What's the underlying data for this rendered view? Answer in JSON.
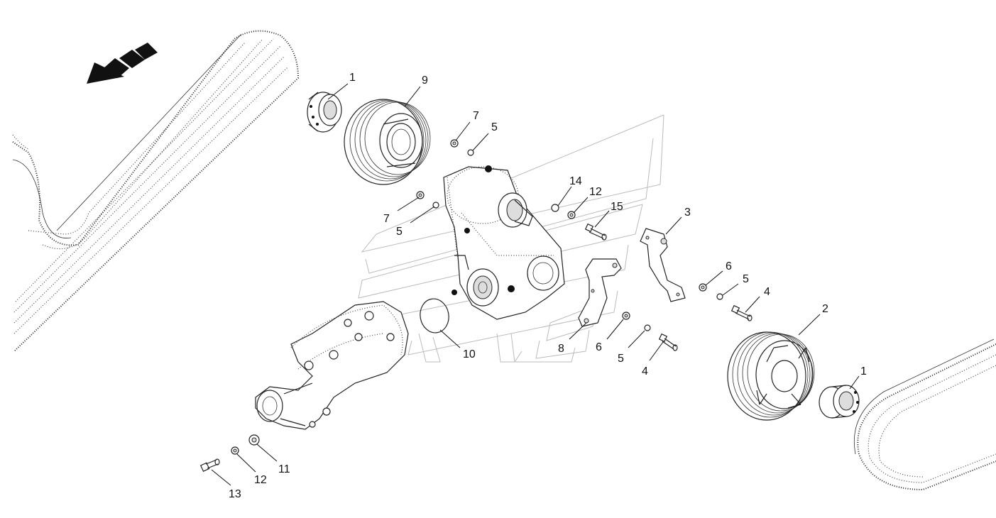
{
  "diagram": {
    "type": "exploded-parts-diagram",
    "direction_icon": "triple-chevron-arrow-icon",
    "colors": {
      "ink": "#111111",
      "ghost": "#bbbbbb",
      "background": "#ffffff"
    },
    "callouts": [
      {
        "id": "c1a",
        "label": "1"
      },
      {
        "id": "c9",
        "label": "9"
      },
      {
        "id": "c7a",
        "label": "7"
      },
      {
        "id": "c5a",
        "label": "5"
      },
      {
        "id": "c14",
        "label": "14"
      },
      {
        "id": "c12a",
        "label": "12"
      },
      {
        "id": "c15",
        "label": "15"
      },
      {
        "id": "c7b",
        "label": "7"
      },
      {
        "id": "c5b",
        "label": "5"
      },
      {
        "id": "c3",
        "label": "3"
      },
      {
        "id": "c6a",
        "label": "6"
      },
      {
        "id": "c5c",
        "label": "5"
      },
      {
        "id": "c4a",
        "label": "4"
      },
      {
        "id": "c2",
        "label": "2"
      },
      {
        "id": "c1b",
        "label": "1"
      },
      {
        "id": "c10",
        "label": "10"
      },
      {
        "id": "c8",
        "label": "8"
      },
      {
        "id": "c6b",
        "label": "6"
      },
      {
        "id": "c5d",
        "label": "5"
      },
      {
        "id": "c4b",
        "label": "4"
      },
      {
        "id": "c11",
        "label": "11"
      },
      {
        "id": "c12b",
        "label": "12"
      },
      {
        "id": "c13",
        "label": "13"
      }
    ]
  }
}
